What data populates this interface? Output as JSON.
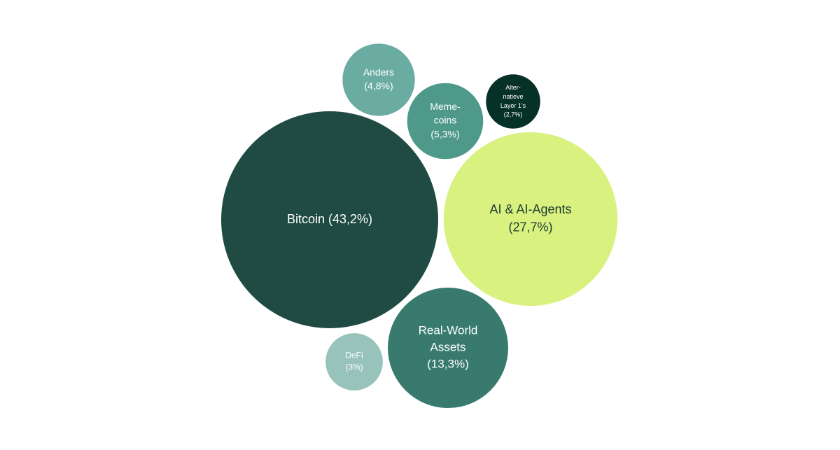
{
  "chart_data": {
    "type": "bubble",
    "title": "",
    "xlabel": "",
    "ylabel": "",
    "legend": "none",
    "grid": false,
    "series": [
      {
        "category": "Bitcoin",
        "value": 43.2,
        "label_lines": [
          "Bitcoin (43,2%)"
        ],
        "color": "#1f4b43",
        "text_color": "#ffffff"
      },
      {
        "category": "AI & AI-Agents",
        "value": 27.7,
        "label_lines": [
          "AI & AI-Agents",
          "(27,7%)"
        ],
        "color": "#d8f17f",
        "text_color": "#1f3b33"
      },
      {
        "category": "Real-World Assets",
        "value": 13.3,
        "label_lines": [
          "Real-World",
          "Assets",
          "(13,3%)"
        ],
        "color": "#387b6e",
        "text_color": "#ffffff"
      },
      {
        "category": "Meme-coins",
        "value": 5.3,
        "label_lines": [
          "Meme-",
          "coins",
          "(5,3%)"
        ],
        "color": "#4f998a",
        "text_color": "#ffffff"
      },
      {
        "category": "Anders",
        "value": 4.8,
        "label_lines": [
          "Anders",
          "(4,8%)"
        ],
        "color": "#6aaca1",
        "text_color": "#ffffff"
      },
      {
        "category": "DeFi",
        "value": 3,
        "label_lines": [
          "DeFi",
          "(3%)"
        ],
        "color": "#97c3bb",
        "text_color": "#ffffff"
      },
      {
        "category": "Alternatieve Layer 1's",
        "value": 2.7,
        "label_lines": [
          "Alter-",
          "natieve",
          "Layer 1's",
          "(2,7%)"
        ],
        "color": "#063127",
        "text_color": "#ffffff"
      }
    ]
  }
}
